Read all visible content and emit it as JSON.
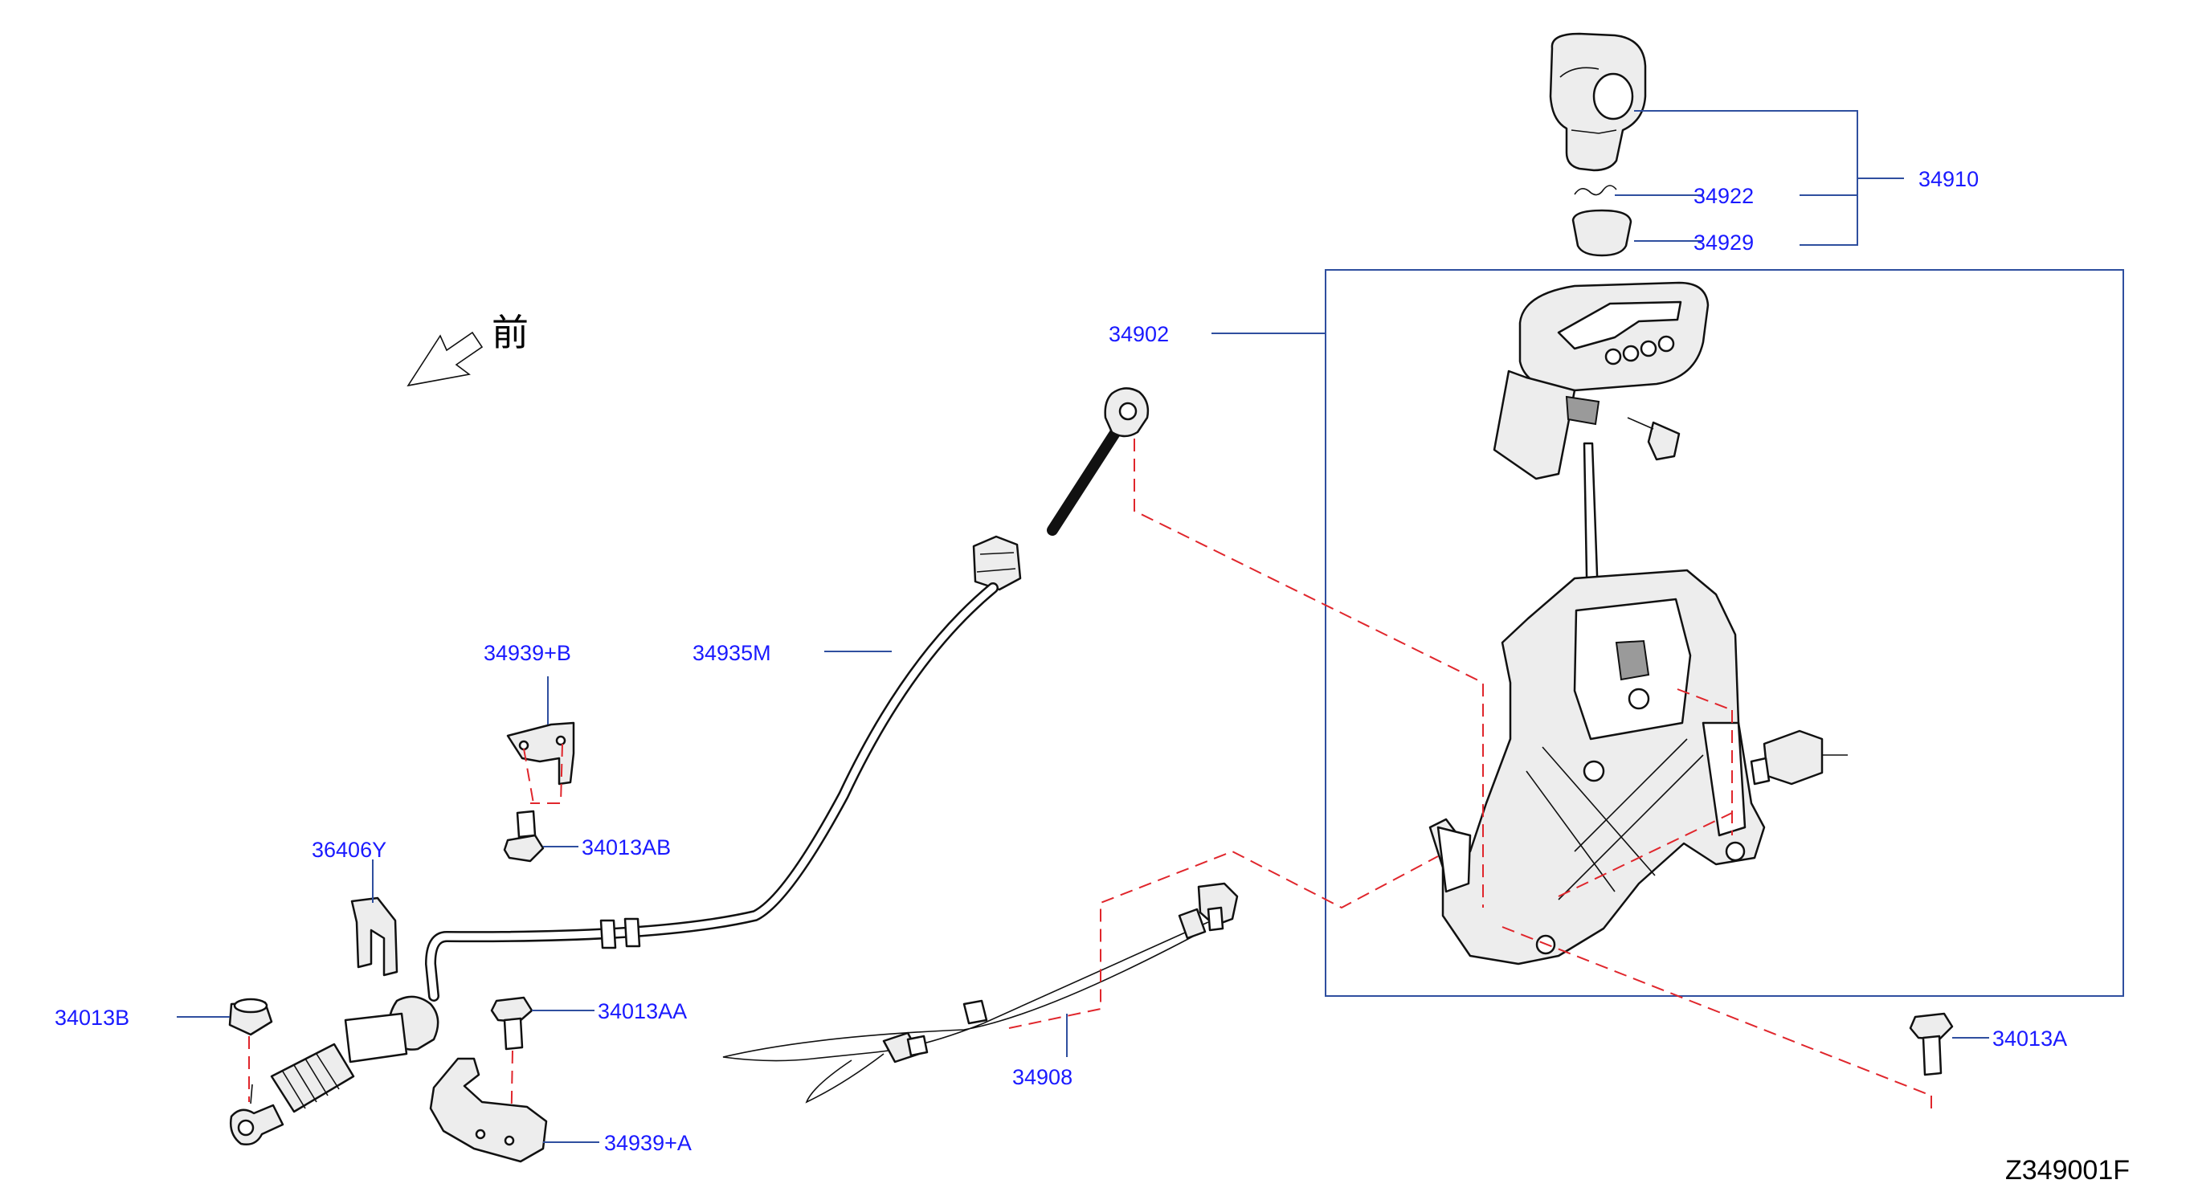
{
  "front_indicator": {
    "label": "前",
    "icon": "front-direction-arrow-icon"
  },
  "diagram_code": "Z349001F",
  "callouts": {
    "p34910": "34910",
    "p34922": "34922",
    "p34929": "34929",
    "p34902": "34902",
    "p34935M": "34935M",
    "p34939B": "34939+B",
    "p34013AB": "34013AB",
    "p36406Y": "36406Y",
    "p34013B": "34013B",
    "p34013AA": "34013AA",
    "p34939A": "34939+A",
    "p34908": "34908",
    "p34013A": "34013A"
  },
  "colors": {
    "callout_text": "#1a1aff",
    "leader_line": "#2f4f9f",
    "dashed_reference": "#e0262c",
    "part_outline": "#111111"
  }
}
